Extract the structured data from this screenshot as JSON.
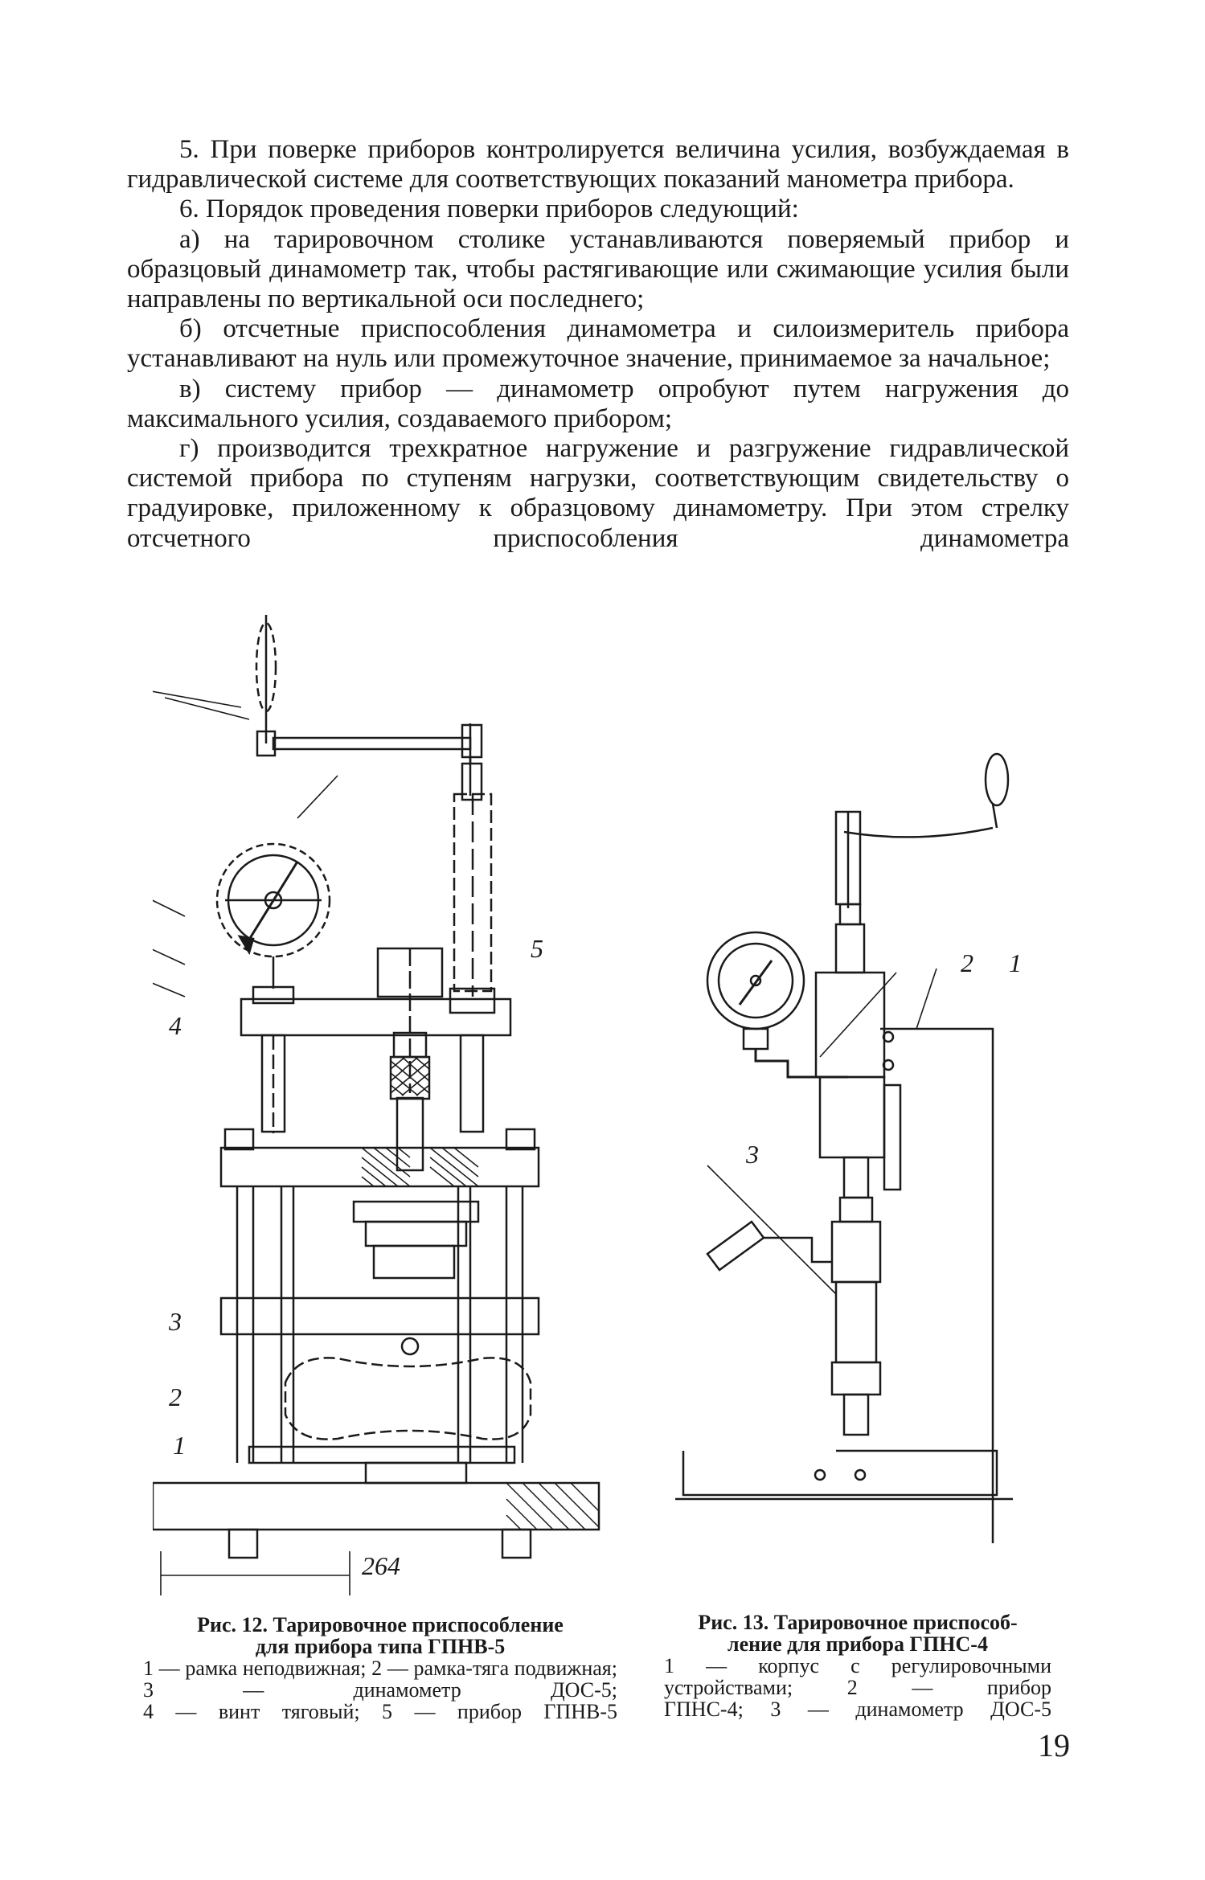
{
  "paragraphs": [
    "5. При поверке приборов контролируется величина усилия, возбуждаемая в гидравлической системе для соответствующих показаний манометра прибора.",
    "6. Порядок проведения поверки приборов следующий:",
    "а) на тарировочном столике устанавливаются поверяемый прибор и образцовый динамометр так, чтобы растягивающие или сжимающие усилия были направлены по вертикальной оси последнего;",
    "б) отсчетные приспособления динамометра и силоизмеритель прибора устанавливают на нуль или промежуточное значение, принимаемое за начальное;",
    "в) систему прибор — динамометр опробуют путем нагружения до максимального усилия, создаваемого прибором;",
    "г) производится трехкратное нагружение и разгружение гидравлической системой прибора по ступеням нагрузки, соответствующим свидетельству о градуировке, приложенному к образцовому динамометру. При этом стрелку отсчетного приспособления динамометра"
  ],
  "figure12": {
    "labels": {
      "l1": "1",
      "l2": "2",
      "l3": "3",
      "l4": "4",
      "l5": "5",
      "dimension": "264"
    },
    "caption_title_1": "Рис. 12. Тарировочное приспособление",
    "caption_title_2": "для прибора типа ГПНВ-5",
    "legend_lines": [
      "1 — рамка неподвижная; 2 — рамка-тяга подвижная; 3 — динамометр ДОС-5;",
      "4 — винт тяговый; 5 — прибор ГПНВ-5"
    ]
  },
  "figure13": {
    "labels": {
      "l1": "1",
      "l2": "2",
      "l3": "3"
    },
    "caption_title_1": "Рис. 13. Тарировочное приспособ-",
    "caption_title_2": "ление для прибора ГПНС-4",
    "legend_lines": [
      "1 — корпус с регулировочными",
      "устройствами; 2 — прибор",
      "ГПНС-4; 3 — динамометр ДОС-5"
    ]
  },
  "page_number": "19"
}
